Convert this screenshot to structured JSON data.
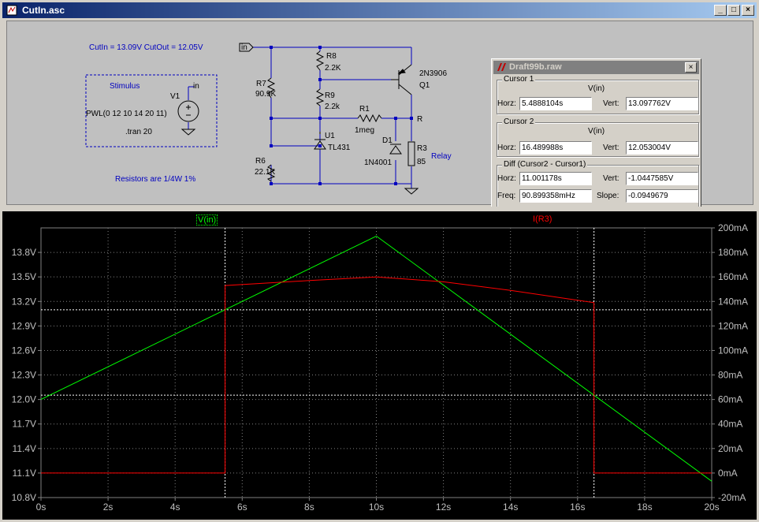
{
  "window": {
    "title": "CutIn.asc",
    "minimize": "_",
    "maximize": "□",
    "close": "×"
  },
  "schematic": {
    "cut_text": "CutIn = 13.09V CutOut = 12.05V",
    "stimulus_label": "Stimulus",
    "pwl": "PWL(0 12 10 14 20 11)",
    "tran": ".tran 20",
    "resistors_note": "Resistors are 1/4W 1%",
    "v1": "V1",
    "in_port": "in",
    "in_flag": "in",
    "r7": "R7",
    "r7_val": "90.9K",
    "r8": "R8",
    "r8_val": "2.2K",
    "r9": "R9",
    "r9_val": "2.2k",
    "r1": "R1",
    "r1_val": "1meg",
    "u1": "U1",
    "u1_val": "TL431",
    "r6": "R6",
    "r6_val": "22.1K",
    "d1": "D1",
    "d1_val": "1N4001",
    "r3": "R3",
    "r3_val": "85",
    "q1_model": "2N3906",
    "q1": "Q1",
    "r_net": "R",
    "relay": "Relay"
  },
  "cursor_window": {
    "title": "Draft99b.raw",
    "close": "×",
    "cursor1": {
      "label": "Cursor 1",
      "trace": "V(in)",
      "horz_label": "Horz:",
      "horz": "5.4888104s",
      "vert_label": "Vert:",
      "vert": "13.097762V"
    },
    "cursor2": {
      "label": "Cursor 2",
      "trace": "V(in)",
      "horz_label": "Horz:",
      "horz": "16.489988s",
      "vert_label": "Vert:",
      "vert": "12.053004V"
    },
    "diff": {
      "label": "Diff (Cursor2 - Cursor1)",
      "horz_label": "Horz:",
      "horz": "11.001178s",
      "vert_label": "Vert:",
      "vert": "-1.0447585V",
      "freq_label": "Freq:",
      "freq": "90.899358mHz",
      "slope_label": "Slope:",
      "slope": "-0.0949679"
    }
  },
  "colors": {
    "vin": "#00ff00",
    "ir3": "#ff0000",
    "grid": "#808080",
    "cursor": "#ffffff",
    "schematic_wire": "#0000c0"
  },
  "chart_data": {
    "type": "line",
    "x": {
      "min": 0,
      "max": 20,
      "ticks": [
        "0s",
        "2s",
        "4s",
        "6s",
        "8s",
        "10s",
        "12s",
        "14s",
        "16s",
        "18s",
        "20s"
      ]
    },
    "y_left": {
      "min": 10.8,
      "max": 14.1,
      "ticks": [
        "10.8V",
        "11.1V",
        "11.4V",
        "11.7V",
        "12.0V",
        "12.3V",
        "12.6V",
        "12.9V",
        "13.2V",
        "13.5V",
        "13.8V"
      ],
      "tick_values": [
        10.8,
        11.1,
        11.4,
        11.7,
        12.0,
        12.3,
        12.6,
        12.9,
        13.2,
        13.5,
        13.8
      ]
    },
    "y_right": {
      "min": -20,
      "max": 200,
      "ticks": [
        "-20mA",
        "0mA",
        "20mA",
        "40mA",
        "60mA",
        "80mA",
        "100mA",
        "120mA",
        "140mA",
        "160mA",
        "180mA",
        "200mA"
      ],
      "tick_values": [
        -20,
        0,
        20,
        40,
        60,
        80,
        100,
        120,
        140,
        160,
        180,
        200
      ]
    },
    "series": [
      {
        "name": "V(in)",
        "axis": "left",
        "color": "#00ff00",
        "points": [
          [
            0,
            12.0
          ],
          [
            10,
            14.0
          ],
          [
            20,
            11.0
          ]
        ]
      },
      {
        "name": "I(R3)",
        "axis": "right",
        "color": "#ff0000",
        "points": [
          [
            0,
            0
          ],
          [
            5.49,
            0
          ],
          [
            5.49,
            153
          ],
          [
            8,
            157
          ],
          [
            10,
            160
          ],
          [
            12,
            156
          ],
          [
            14,
            149
          ],
          [
            16.49,
            139
          ],
          [
            16.49,
            0
          ],
          [
            20,
            0
          ]
        ]
      }
    ],
    "cursors": [
      {
        "x": 5.4888104,
        "y": 13.097762
      },
      {
        "x": 16.489988,
        "y": 12.053004
      }
    ],
    "grid": true
  }
}
